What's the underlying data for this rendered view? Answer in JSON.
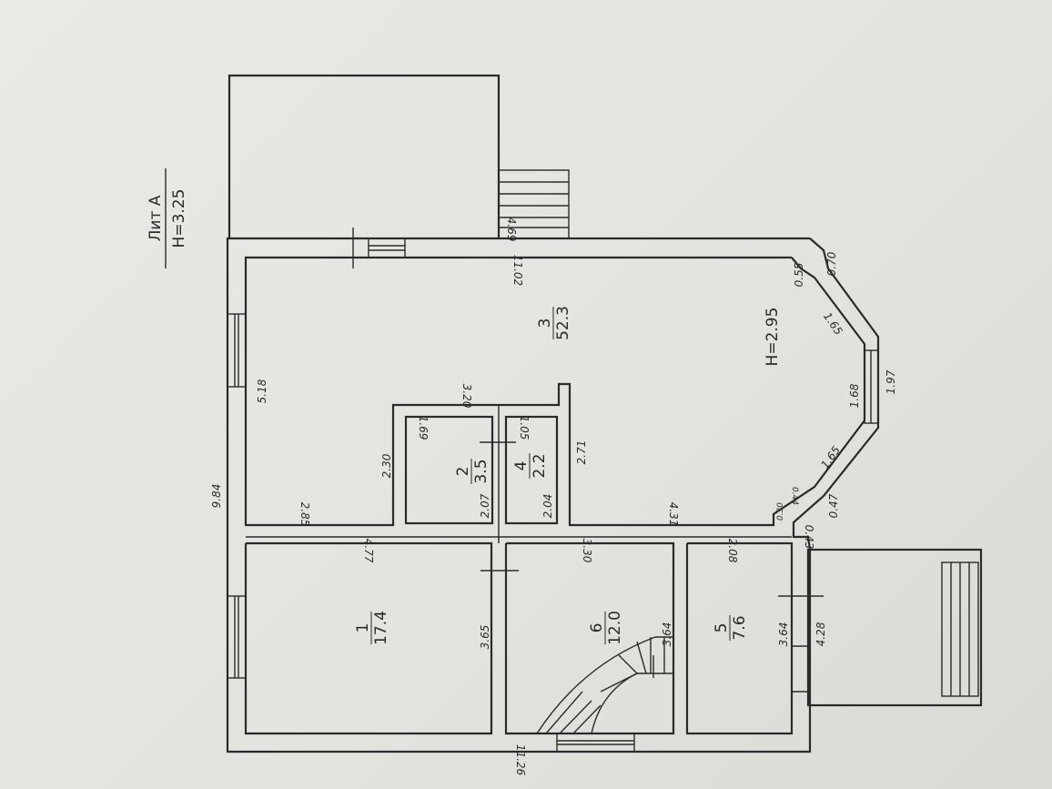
{
  "title": {
    "name": "Лит А",
    "height": "H=3.25"
  },
  "ceiling_height_room3": "H=2.95",
  "rooms": [
    {
      "number": "1",
      "area": "17.4"
    },
    {
      "number": "2",
      "area": "3.5"
    },
    {
      "number": "3",
      "area": "52.3"
    },
    {
      "number": "4",
      "area": "2.2"
    },
    {
      "number": "5",
      "area": "7.6"
    },
    {
      "number": "6",
      "area": "12.0"
    }
  ],
  "dimensions": {
    "outer_height": "9.84",
    "outer_bottom": "11.26",
    "room3_top": "11.02",
    "porch_top": "4.69",
    "room3_left": "5.18",
    "room3_bottom_left": "2.85",
    "room3_bottom_right": "4.31",
    "room3_right_side": "2.71",
    "core_top": "3.20",
    "core_left": "2.30",
    "room2_top": "1.69",
    "room2_side": "2.07",
    "room4_top": "1.05",
    "room4_side": "2.04",
    "room1_top": "4.77",
    "room1_side": "3.65",
    "room6_top": "3.30",
    "room6_side": "3.64",
    "room5_top": "2.08",
    "room5_side": "3.64",
    "right_outer": "4.28",
    "bay_055": "0.55",
    "bay_070": "0.70",
    "bay_165a": "1.65",
    "bay_168": "1.68",
    "bay_197": "1.97",
    "bay_165b": "1.65",
    "bay_030": "0.30",
    "bay_044": "0.44",
    "bay_047": "0.47",
    "bay_043": "0.43"
  }
}
